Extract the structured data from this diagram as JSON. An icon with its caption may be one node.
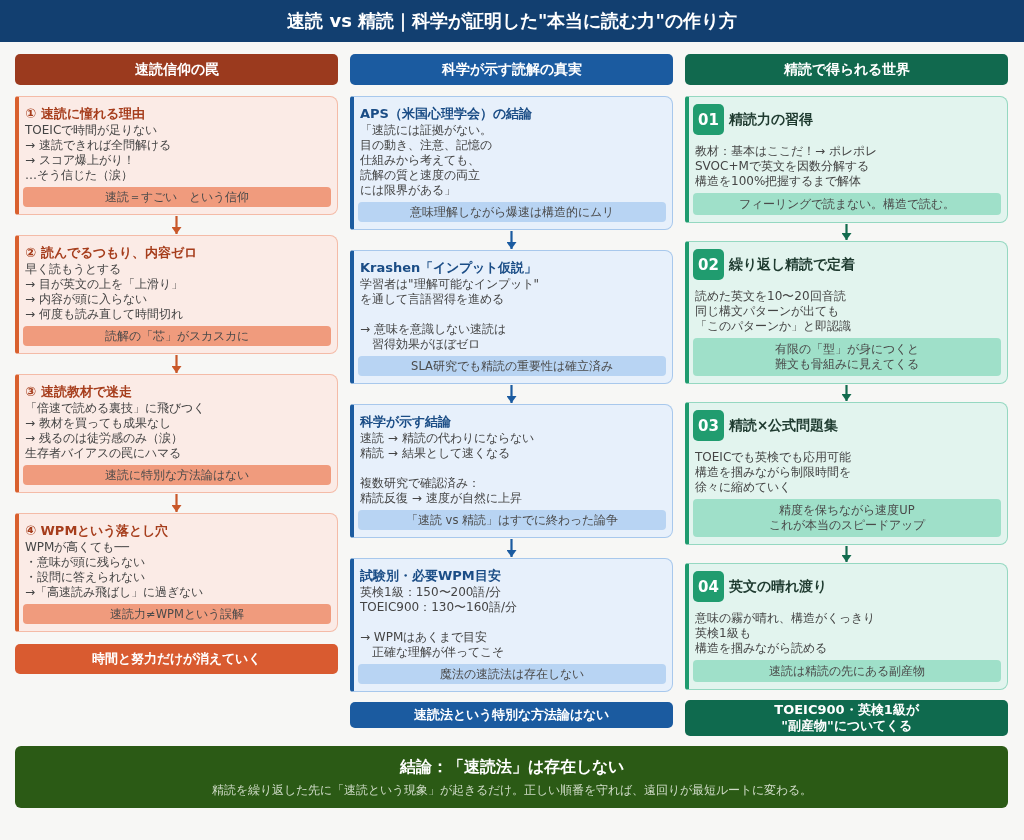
{
  "diagram": {
    "title": "速読 vs 精読｜科学が証明した\"本当に読む力\"の作り方",
    "nodes": [
      {
        "text": [
          "速読信仰の罠"
        ]
      },
      {
        "text": [
          "① 速読に憧れる理由",
          "TOEICで時間が足りない",
          "→ 速読できれば全問解ける",
          "→ スコア爆上がり！",
          "…そう信じた（涙）"
        ]
      },
      {
        "text": [
          "速読＝すごい　という信仰"
        ],
        "in": 1
      },
      {
        "text": [
          "② 読んでるつもり、内容ゼロ",
          "早く読もうとする",
          "→ 目が英文の上を「上滑り」",
          "→ 内容が頭に入らない",
          "→ 何度も読み直して時間切れ"
        ]
      },
      {
        "text": [
          "読解の「芯」がスカスカに"
        ],
        "in": 3
      },
      {
        "text": [
          "③ 速読教材で迷走",
          "「倍速で読める裏技」に飛びつく",
          "→ 教材を買っても成果なし",
          "→ 残るのは徒労感のみ（涙）",
          "生存者バイアスの罠にハマる"
        ]
      },
      {
        "text": [
          "速読に特別な方法論はない"
        ],
        "in": 5
      },
      {
        "text": [
          "④ WPMという落とし穴",
          "WPMが高くても──",
          "・意味が頭に残らない",
          "・設問に答えられない",
          "→「高速読み飛ばし」に過ぎない"
        ]
      },
      {
        "text": [
          "速読力≠WPMという誤解"
        ],
        "in": 7
      },
      {
        "text": [
          "時間と努力だけが消えていく"
        ]
      },
      {
        "text": [
          "科学が示す読解の真実"
        ]
      },
      {
        "text": [
          "APS（米国心理学会）の結論",
          "「速読には証拠がない。",
          "目の動き、注意、記憶の",
          "仕組みから考えても、",
          "読解の質と速度の両立",
          "には限界がある」"
        ]
      },
      {
        "text": [
          "意味理解しながら爆速は構造的にムリ"
        ],
        "in": 11
      },
      {
        "text": [
          "Krashen「インプット仮説」",
          "学習者は\"理解可能なインプット\"",
          "を通して言語習得を進める",
          "→ 意味を意識しない速読は",
          "習得効果がほぼゼロ"
        ]
      },
      {
        "text": [
          "SLA研究でも精読の重要性は確立済み"
        ],
        "in": 13
      },
      {
        "text": [
          "科学が示す結論",
          "速読 → 精読の代わりにならない",
          "精読 → 結果として速くなる",
          "複数研究で確認済み：",
          "精読反復 → 速度が自然に上昇"
        ]
      },
      {
        "text": [
          "「速読 vs 精読」はすでに終わった論争"
        ],
        "in": 15
      },
      {
        "text": [
          "試験別・必要WPM目安",
          "英検1級：150〜200語/分",
          "TOEIC900：130〜160語/分",
          "→ WPMはあくまで目安",
          "正確な理解が伴ってこそ"
        ]
      },
      {
        "text": [
          "魔法の速読法は存在しない"
        ],
        "in": 17
      },
      {
        "text": [
          "速読法という特別な方法論はない"
        ]
      },
      {
        "text": [
          "精読で得られる世界"
        ]
      },
      {
        "text": [
          "精読力の習得",
          "教材：基本はここだ！→ ポレポレ",
          "SVOC+Mで英文を因数分解する",
          "構造を100%把握するまで解体"
        ]
      },
      {
        "text": [
          "01"
        ],
        "in": 21
      },
      {
        "text": [
          "フィーリングで読まない。構造で読む。"
        ],
        "in": 21
      },
      {
        "text": [
          "繰り返し精読で定着",
          "読めた英文を10〜20回音読",
          "同じ構文パターンが出ても",
          "「このパターンか」と即認識"
        ]
      },
      {
        "text": [
          "02"
        ],
        "in": 24
      },
      {
        "text": [
          "有限の「型」が身につくと",
          "難文も骨組みに見えてくる"
        ],
        "in": 24
      },
      {
        "text": [
          "精読×公式問題集",
          "TOEICでも英検でも応用可能",
          "構造を掴みながら制限時間を",
          "徐々に縮めていく"
        ]
      },
      {
        "text": [
          "03"
        ],
        "in": 27
      },
      {
        "text": [
          "精度を保ちながら速度UP",
          "これが本当のスピードアップ"
        ],
        "in": 27
      },
      {
        "text": [
          "英文の晴れ渡り",
          "意味の霧が晴れ、構造がくっきり",
          "英検1級も",
          "構造を掴みながら読める"
        ]
      },
      {
        "text": [
          "04"
        ],
        "in": 30
      },
      {
        "text": [
          "速読は精読の先にある副産物"
        ],
        "in": 30
      },
      {
        "text": [
          "TOEIC900・英検1級が",
          "\"副産物\"についてくる"
        ]
      },
      {
        "text": [
          "結論：「速読法」は存在しない",
          "精読を繰り返した先に「速読という現象」が起きるだけ。正しい順番を守れば、遠回りが最短ルートに変わる。"
        ]
      }
    ],
    "edges": [
      {
        "from": 1,
        "to": 3,
        "arrow": "to",
        "color": "#c9582a"
      },
      {
        "from": 3,
        "to": 5,
        "arrow": "to",
        "color": "#c9582a"
      },
      {
        "from": 5,
        "to": 7,
        "arrow": "to",
        "color": "#c9582a"
      },
      {
        "from": 11,
        "to": 13,
        "arrow": "to",
        "color": "#1b5ba0"
      },
      {
        "from": 13,
        "to": 15,
        "arrow": "to",
        "color": "#1b5ba0"
      },
      {
        "from": 15,
        "to": 17,
        "arrow": "to",
        "color": "#1b5ba0"
      },
      {
        "from": 21,
        "to": 24,
        "arrow": "to",
        "color": "#136b4e"
      },
      {
        "from": 24,
        "to": 27,
        "arrow": "to",
        "color": "#136b4e"
      },
      {
        "from": 27,
        "to": 30,
        "arrow": "to",
        "color": "#136b4e"
      }
    ]
  }
}
